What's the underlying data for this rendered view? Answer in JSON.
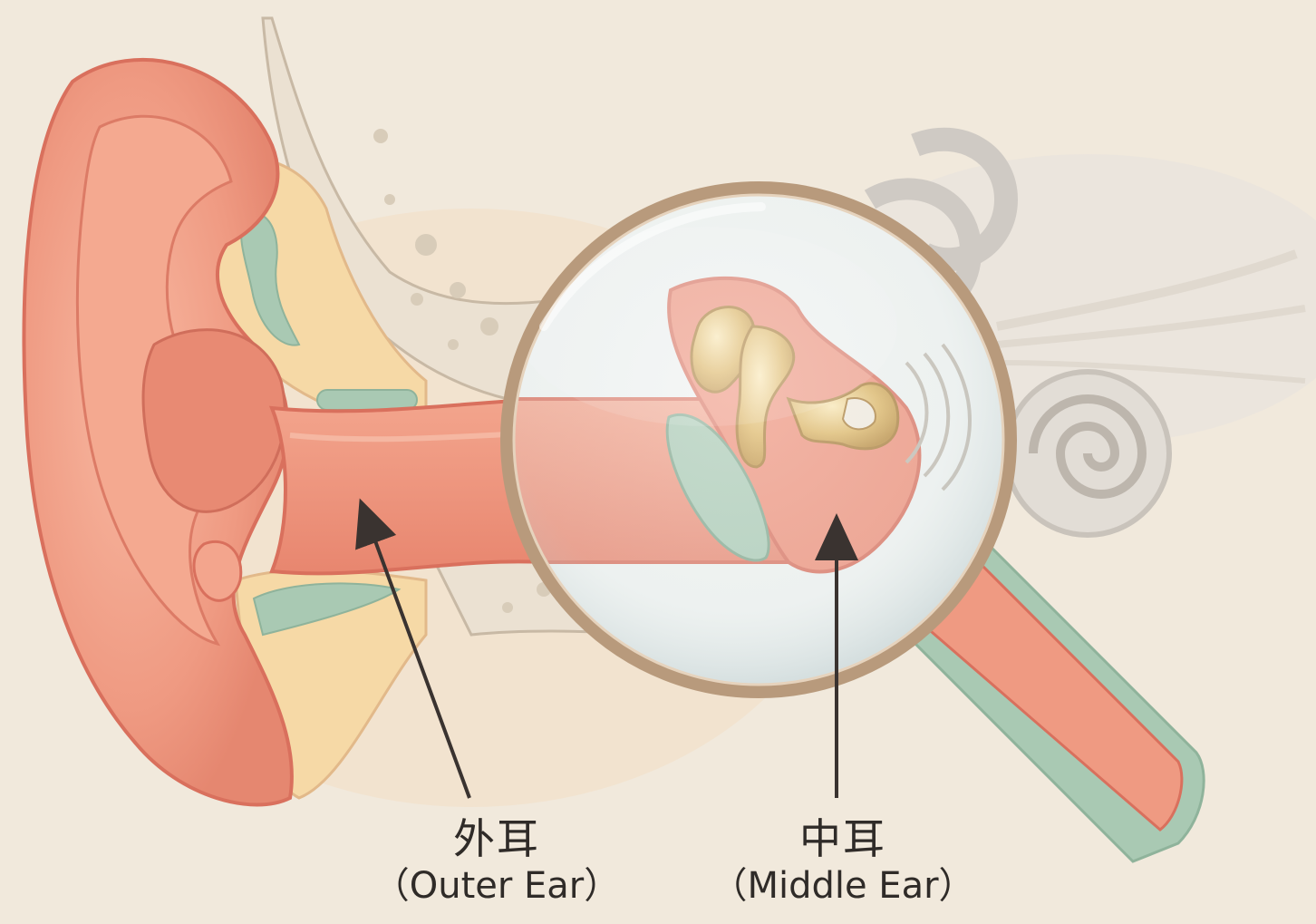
{
  "labels": {
    "outer_ear": {
      "zh": "外耳",
      "en": "（Outer Ear）"
    },
    "middle_ear": {
      "zh": "中耳",
      "en": "（Middle Ear）"
    }
  },
  "colors": {
    "background": "#f1e9dc",
    "skin": "#ef9a82",
    "skin_dark": "#d9705d",
    "cartilage": "#f6d9a6",
    "bone": "#ece3d4",
    "membrane_green": "#a9c9b3",
    "ossicles_gold": "#dcb35f",
    "inner_ear_gray": "#cfcac4",
    "lens_rim": "#b89a7c",
    "arrow": "#3a3330"
  }
}
